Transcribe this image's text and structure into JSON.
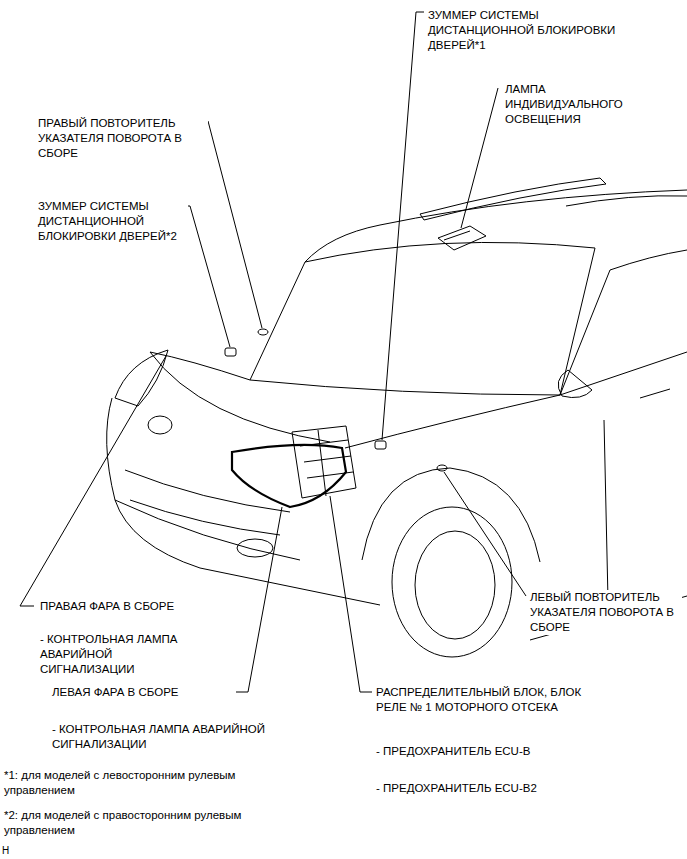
{
  "diagram": {
    "labels": [
      "ЗУММЕР СИСТЕМЫ ДИСТАНЦИОННОЙ БЛОКИРОВКИ ДВЕРЕЙ*1",
      "ЛАМПА ИНДИВИДУАЛЬНОГО ОСВЕЩЕНИЯ",
      "ПРАВЫЙ ПОВТОРИТЕЛЬ УКАЗАТЕЛЯ ПОВОРОТА В СБОРЕ",
      "ЗУММЕР СИСТЕМЫ ДИСТАНЦИОННОЙ БЛОКИРОВКИ ДВЕРЕЙ*2",
      "ЛЕВЫЙ ПОВТОРИТЕЛЬ УКАЗАТЕЛЯ ПОВОРОТА В СБОРЕ",
      "ПРАВАЯ ФАРА В СБОРЕ",
      "- КОНТРОЛЬНАЯ ЛАМПА АВАРИЙНОЙ СИГНАЛИЗАЦИИ",
      "ЛЕВАЯ ФАРА В СБОРЕ",
      "- КОНТРОЛЬНАЯ ЛАМПА АВАРИЙНОЙ СИГНАЛИЗАЦИИ",
      "РАСПРЕДЕЛИТЕЛЬНЫЙ БЛОК, БЛОК РЕЛЕ № 1 МОТОРНОГО ОТСЕКА",
      "- ПРЕДОХРАНИТЕЛЬ ECU-B",
      "- ПРЕДОХРАНИТЕЛЬ ECU-B2",
      "*1: для моделей с левосторонним рулевым управлением",
      "*2: для моделей с правосторонним рулевым управлением",
      "H"
    ]
  }
}
